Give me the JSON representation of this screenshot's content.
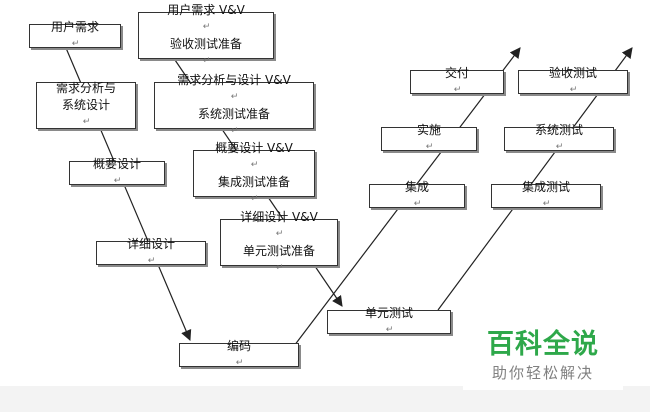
{
  "diagram": {
    "boxes": [
      {
        "id": "user-req",
        "lines": [
          "用户需求"
        ]
      },
      {
        "id": "user-req-vv",
        "lines": [
          "用户需求 V&V",
          "验收测试准备"
        ]
      },
      {
        "id": "req-analysis",
        "lines": [
          "需求分析与",
          "系统设计"
        ]
      },
      {
        "id": "req-analysis-vv",
        "lines": [
          "需求分析与设计 V&V",
          "系统测试准备"
        ]
      },
      {
        "id": "outline-design",
        "lines": [
          "概要设计"
        ]
      },
      {
        "id": "outline-design-vv",
        "lines": [
          "概要设计 V&V",
          "集成测试准备"
        ]
      },
      {
        "id": "detail-design",
        "lines": [
          "详细设计"
        ]
      },
      {
        "id": "detail-design-vv",
        "lines": [
          "详细设计 V&V",
          "单元测试准备"
        ]
      },
      {
        "id": "coding",
        "lines": [
          "编码"
        ]
      },
      {
        "id": "unit-test",
        "lines": [
          "单元测试"
        ]
      },
      {
        "id": "integration",
        "lines": [
          "集成"
        ]
      },
      {
        "id": "implementation",
        "lines": [
          "实施"
        ]
      },
      {
        "id": "delivery",
        "lines": [
          "交付"
        ]
      },
      {
        "id": "integration-test",
        "lines": [
          "集成测试"
        ]
      },
      {
        "id": "system-test",
        "lines": [
          "系统测试"
        ]
      },
      {
        "id": "acceptance-test",
        "lines": [
          "验收测试"
        ]
      }
    ],
    "paragraph_mark": "↵"
  },
  "watermark": {
    "title": "百科全说",
    "subtitle": "助你轻松解决",
    "title_color": "#2ea84a",
    "subtitle_color": "#808080"
  }
}
